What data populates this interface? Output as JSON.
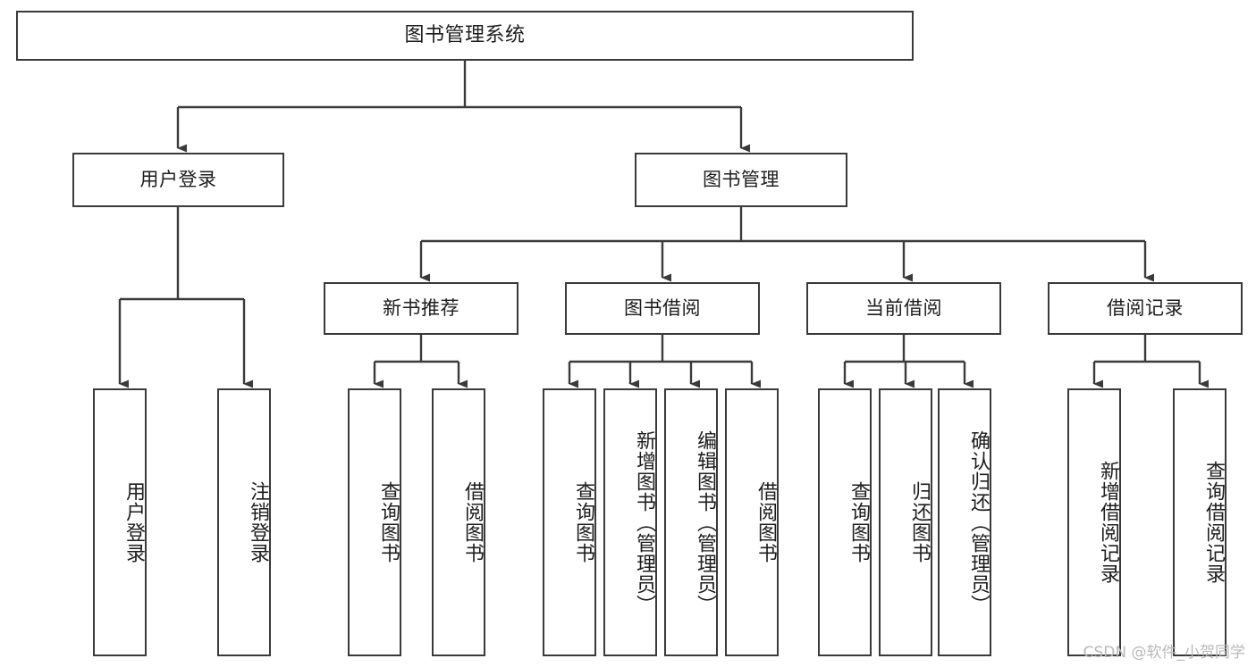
{
  "diagram": {
    "title": "图书管理系统",
    "watermark": "CSDN @软件_小贺同学",
    "line_color": "#3a3a3a",
    "box_fill": "#ffffff",
    "text_color": "#1d1d1d",
    "watermark_color": "#b9b9b9",
    "root": {
      "label": "图书管理系统"
    },
    "level2": [
      {
        "label": "用户登录"
      },
      {
        "label": "图书管理"
      }
    ],
    "level3": [
      {
        "label": "新书推荐"
      },
      {
        "label": "图书借阅"
      },
      {
        "label": "当前借阅"
      },
      {
        "label": "借阅记录"
      }
    ],
    "leaves": {
      "user_login": [
        {
          "label": "用户登录"
        },
        {
          "label": "注销登录"
        }
      ],
      "new_book_recommend": [
        {
          "label": "查询图书"
        },
        {
          "label": "借阅图书"
        }
      ],
      "book_borrow": [
        {
          "label": "查询图书"
        },
        {
          "label": "新增图书（管理员）"
        },
        {
          "label": "编辑图书（管理员）"
        },
        {
          "label": "借阅图书"
        }
      ],
      "current_borrow": [
        {
          "label": "查询图书"
        },
        {
          "label": "归还图书"
        },
        {
          "label": "确认归还（管理员）"
        }
      ],
      "borrow_record": [
        {
          "label": "新增借阅记录"
        },
        {
          "label": "查询借阅记录"
        }
      ]
    }
  },
  "chart_data": {
    "type": "table",
    "title": "图书管理系统 功能结构图",
    "hierarchy": [
      {
        "name": "图书管理系统",
        "children": [
          {
            "name": "用户登录",
            "children": [
              {
                "name": "用户登录"
              },
              {
                "name": "注销登录"
              }
            ]
          },
          {
            "name": "图书管理",
            "children": [
              {
                "name": "新书推荐",
                "children": [
                  {
                    "name": "查询图书"
                  },
                  {
                    "name": "借阅图书"
                  }
                ]
              },
              {
                "name": "图书借阅",
                "children": [
                  {
                    "name": "查询图书"
                  },
                  {
                    "name": "新增图书（管理员）"
                  },
                  {
                    "name": "编辑图书（管理员）"
                  },
                  {
                    "name": "借阅图书"
                  }
                ]
              },
              {
                "name": "当前借阅",
                "children": [
                  {
                    "name": "查询图书"
                  },
                  {
                    "name": "归还图书"
                  },
                  {
                    "name": "确认归还（管理员）"
                  }
                ]
              },
              {
                "name": "借阅记录",
                "children": [
                  {
                    "name": "新增借阅记录"
                  },
                  {
                    "name": "查询借阅记录"
                  }
                ]
              }
            ]
          }
        ]
      }
    ]
  }
}
